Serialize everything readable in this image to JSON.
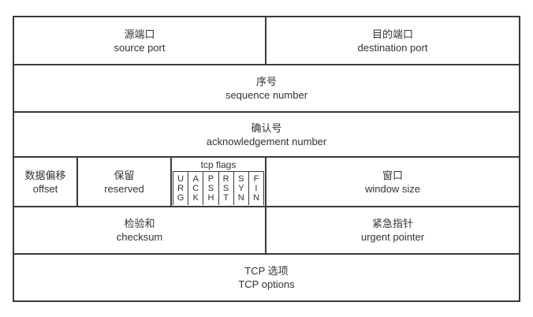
{
  "diagram": {
    "title_zh": "",
    "border_color": "#3a3a3a",
    "text_color": "#333333",
    "background": "#ffffff",
    "rows": [
      {
        "name": "ports",
        "cells": [
          {
            "zh": "源端口",
            "en": "source port"
          },
          {
            "zh": "目的端口",
            "en": "destination port"
          }
        ]
      },
      {
        "name": "sequence",
        "cells": [
          {
            "zh": "序号",
            "en": "sequence number"
          }
        ]
      },
      {
        "name": "acknowledgement",
        "cells": [
          {
            "zh": "确认号",
            "en": "acknowledgement number"
          }
        ]
      },
      {
        "name": "offset-flags-window",
        "cells": [
          {
            "zh": "数据偏移",
            "en": "offset"
          },
          {
            "zh": "保留",
            "en": "reserved"
          },
          {
            "zh": "窗口",
            "en": "window size"
          }
        ]
      },
      {
        "name": "checksum-urgent",
        "cells": [
          {
            "zh": "检验和",
            "en": "checksum"
          },
          {
            "zh": "紧急指针",
            "en": "urgent pointer"
          }
        ]
      },
      {
        "name": "options",
        "cells": [
          {
            "zh": "TCP 选项",
            "en": "TCP options"
          }
        ]
      }
    ],
    "flags": {
      "title": "tcp flags",
      "items": [
        {
          "name": "URG",
          "letters": [
            "U",
            "R",
            "G"
          ]
        },
        {
          "name": "ACK",
          "letters": [
            "A",
            "C",
            "K"
          ]
        },
        {
          "name": "PSH",
          "letters": [
            "P",
            "S",
            "H"
          ]
        },
        {
          "name": "RST",
          "letters": [
            "R",
            "S",
            "T"
          ]
        },
        {
          "name": "SYN",
          "letters": [
            "S",
            "Y",
            "N"
          ]
        },
        {
          "name": "FIN",
          "letters": [
            "F",
            "I",
            "N"
          ]
        }
      ]
    }
  }
}
